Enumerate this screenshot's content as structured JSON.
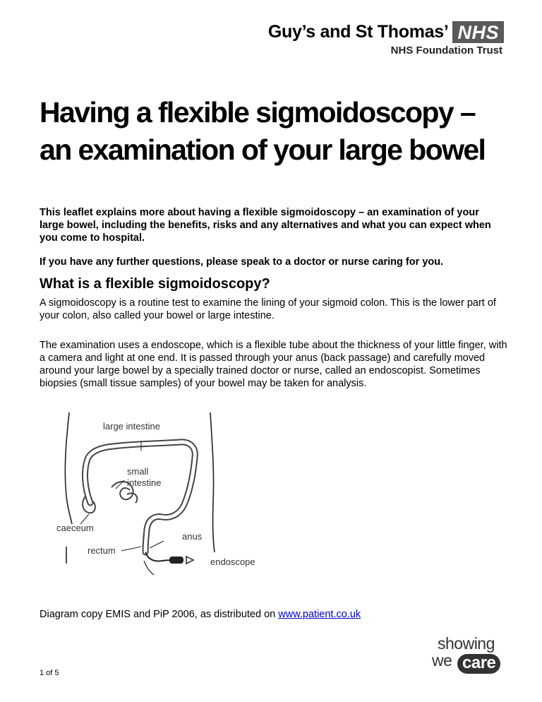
{
  "header": {
    "trust_name": "Guy’s and St Thomas’",
    "nhs_logo": "NHS",
    "trust_sub": "NHS Foundation Trust"
  },
  "document": {
    "title": "Having a flexible sigmoidoscopy – an examination of your large bowel",
    "intro": "This leaflet explains more about having a flexible sigmoidoscopy – an examination of your large bowel, including the benefits, risks and any alternatives and what you can expect when you come to hospital.",
    "intro2": "If you have any further questions, please speak to a doctor or nurse caring for you.",
    "section_heading": "What is a flexible sigmoidoscopy?",
    "para1": "A sigmoidoscopy is a routine test to examine the lining of your sigmoid colon. This is the lower part of your colon, also called your bowel or large intestine.",
    "para2": "The examination uses a endoscope, which is a flexible tube about the thickness of your little finger, with a camera and light at one end. It is passed through your anus (back passage) and carefully moved around your large bowel by a specially trained doctor or nurse, called an endoscopist. Sometimes biopsies (small tissue samples) of your bowel may be taken for analysis."
  },
  "diagram": {
    "labels": {
      "large_intestine": "large intestine",
      "small": "small",
      "intestine": "intestine",
      "caeceum": "caeceum",
      "anus": "anus",
      "rectum": "rectum",
      "endoscope": "endoscope"
    },
    "caption_text": "Diagram copy EMIS and PiP 2006, as distributed on ",
    "caption_link": "www.patient.co.uk"
  },
  "footer": {
    "page_number": "1 of 5",
    "logo_line1": "showing",
    "logo_line2": "we",
    "logo_line3": "care"
  }
}
